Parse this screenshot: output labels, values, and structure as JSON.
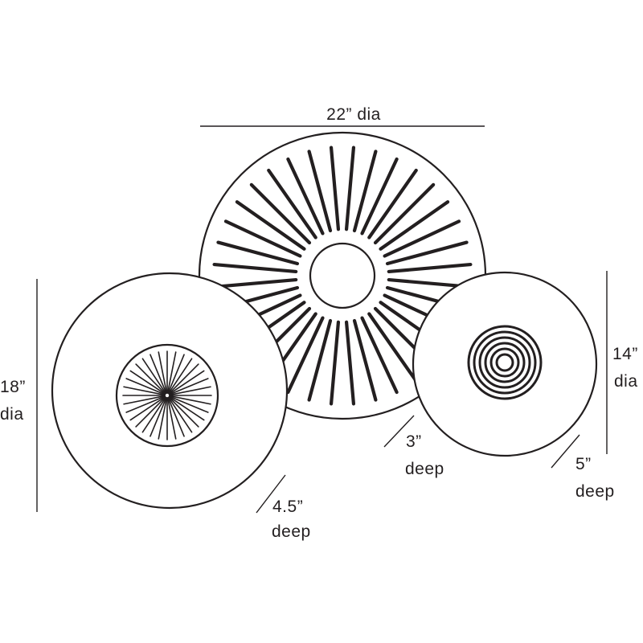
{
  "colors": {
    "background": "#ffffff",
    "ink": "#231f20"
  },
  "large_disc": {
    "diameter_label": "22” dia",
    "depth_value": "3”",
    "depth_unit": "deep",
    "pattern": "radiating-spokes"
  },
  "left_disc": {
    "diameter_value": "18”",
    "diameter_unit": "dia",
    "depth_value": "4.5”",
    "depth_unit": "deep",
    "pattern": "starburst-center"
  },
  "right_disc": {
    "diameter_value": "14”",
    "diameter_unit": "dia",
    "depth_value": "5”",
    "depth_unit": "deep",
    "pattern": "concentric-rings"
  }
}
